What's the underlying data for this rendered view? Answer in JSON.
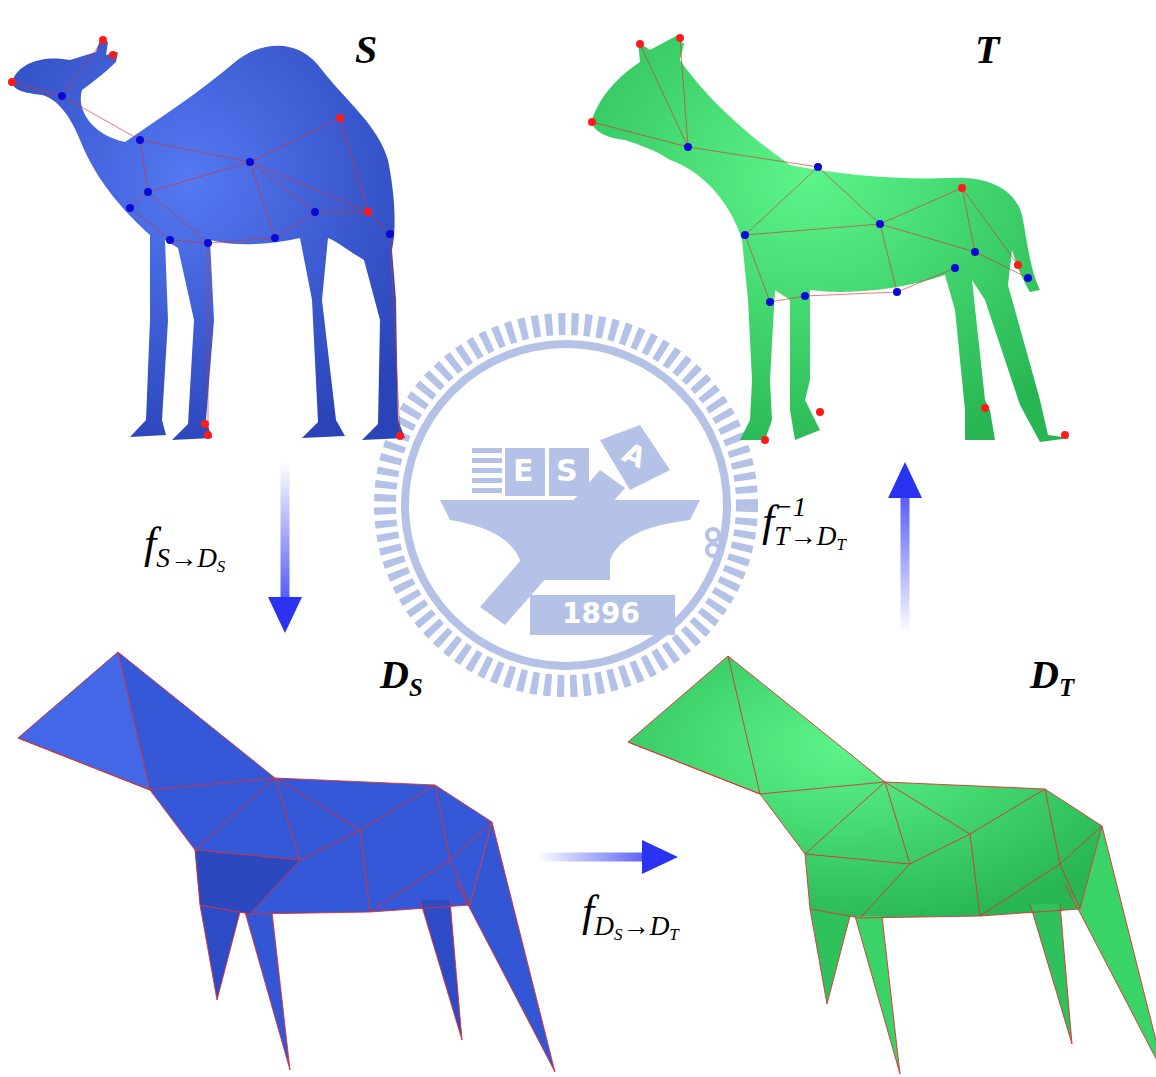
{
  "diagram": {
    "nodes": [
      {
        "text": [
          "S"
        ]
      },
      {
        "text": [
          "T"
        ]
      },
      {
        "text": [
          "DS"
        ]
      },
      {
        "text": [
          "DT"
        ]
      }
    ],
    "edges": [
      {
        "from": 0,
        "to": 2,
        "arrow": "to",
        "label": "fS→DS"
      },
      {
        "from": 2,
        "to": 3,
        "arrow": "to",
        "label": "fDS→DT"
      },
      {
        "from": 3,
        "to": 1,
        "arrow": "to",
        "label": "fT→DT−1"
      }
    ],
    "labels": [
      "E",
      "S",
      "A",
      "1896"
    ]
  }
}
